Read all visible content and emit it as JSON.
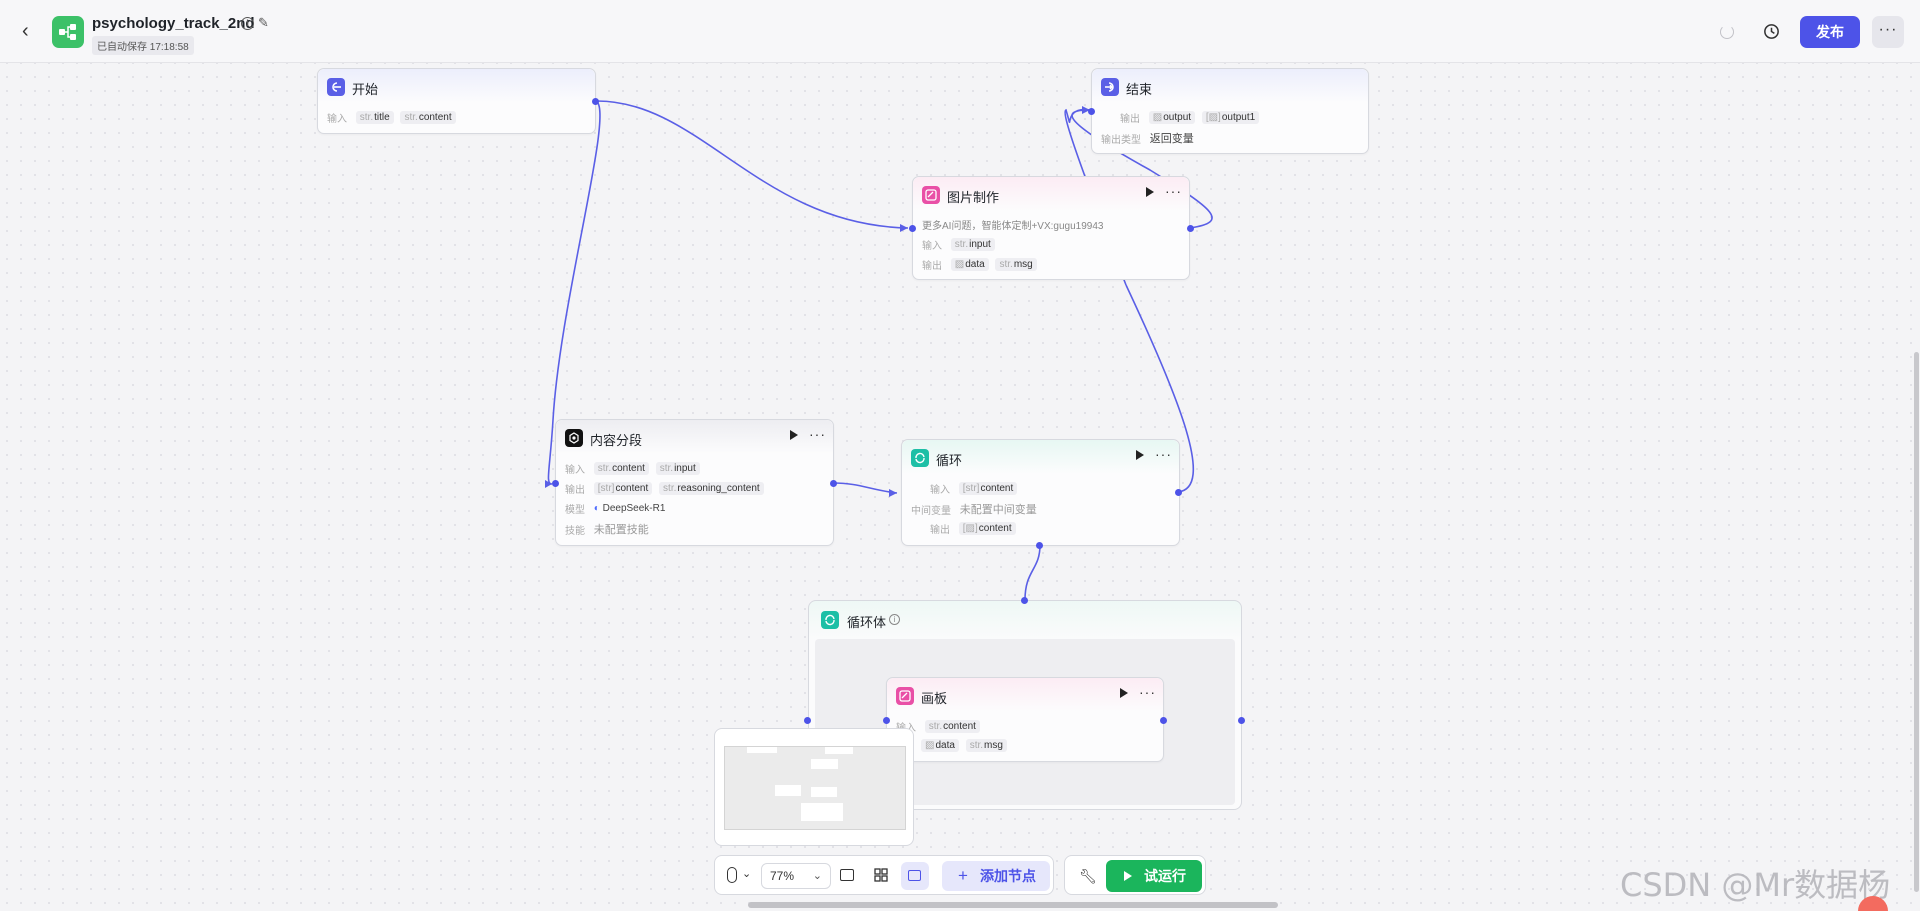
{
  "header": {
    "back_icon": "chevron-left-icon",
    "title": "psychology_track_2nd",
    "autosave": "已自动保存 17:18:58",
    "publish_label": "发布",
    "more_label": "···"
  },
  "colors": {
    "accent": "#4d53e8",
    "run_green": "#1bb55c",
    "app_icon": "#3cc168"
  },
  "nodes": {
    "start": {
      "title": "开始",
      "input_label": "输入",
      "inputs": [
        {
          "type": "str.",
          "name": "title"
        },
        {
          "type": "str.",
          "name": "content"
        }
      ]
    },
    "end": {
      "title": "结束",
      "output_label": "输出",
      "outputs": [
        {
          "type": "▨",
          "name": "output"
        },
        {
          "type": "[▨]",
          "name": "output1"
        }
      ],
      "output_type_label": "输出类型",
      "output_type_value": "返回变量"
    },
    "image": {
      "title": "图片制作",
      "desc": "更多AI问题，智能体定制+VX:gugu19943",
      "input_label": "输入",
      "inputs": [
        {
          "type": "str.",
          "name": "input"
        }
      ],
      "output_label": "输出",
      "outputs": [
        {
          "type": "▨",
          "name": "data"
        },
        {
          "type": "str.",
          "name": "msg"
        }
      ]
    },
    "segment": {
      "title": "内容分段",
      "input_label": "输入",
      "inputs": [
        {
          "type": "str.",
          "name": "content"
        },
        {
          "type": "str.",
          "name": "input"
        }
      ],
      "output_label": "输出",
      "outputs": [
        {
          "type": "[str]",
          "name": "content"
        },
        {
          "type": "str.",
          "name": "reasoning_content"
        }
      ],
      "model_label": "模型",
      "model_value": "DeepSeek-R1",
      "skill_label": "技能",
      "skill_value": "未配置技能"
    },
    "loop": {
      "title": "循环",
      "input_label": "输入",
      "inputs": [
        {
          "type": "[str]",
          "name": "content"
        }
      ],
      "var_label": "中间变量",
      "var_value": "未配置中间变量",
      "output_label": "输出",
      "outputs": [
        {
          "type": "[▨]",
          "name": "content"
        }
      ]
    },
    "loop_body": {
      "title": "循环体"
    },
    "canvas": {
      "title": "画板",
      "input_label": "输入",
      "inputs": [
        {
          "type": "str.",
          "name": "content"
        }
      ],
      "outputs": [
        {
          "type": "▨",
          "name": "data"
        },
        {
          "type": "str.",
          "name": "msg"
        }
      ]
    }
  },
  "toolbar": {
    "zoom": "77%",
    "add_node_label": "添加节点",
    "run_label": "试运行"
  },
  "watermark": "CSDN @Mr数据杨"
}
